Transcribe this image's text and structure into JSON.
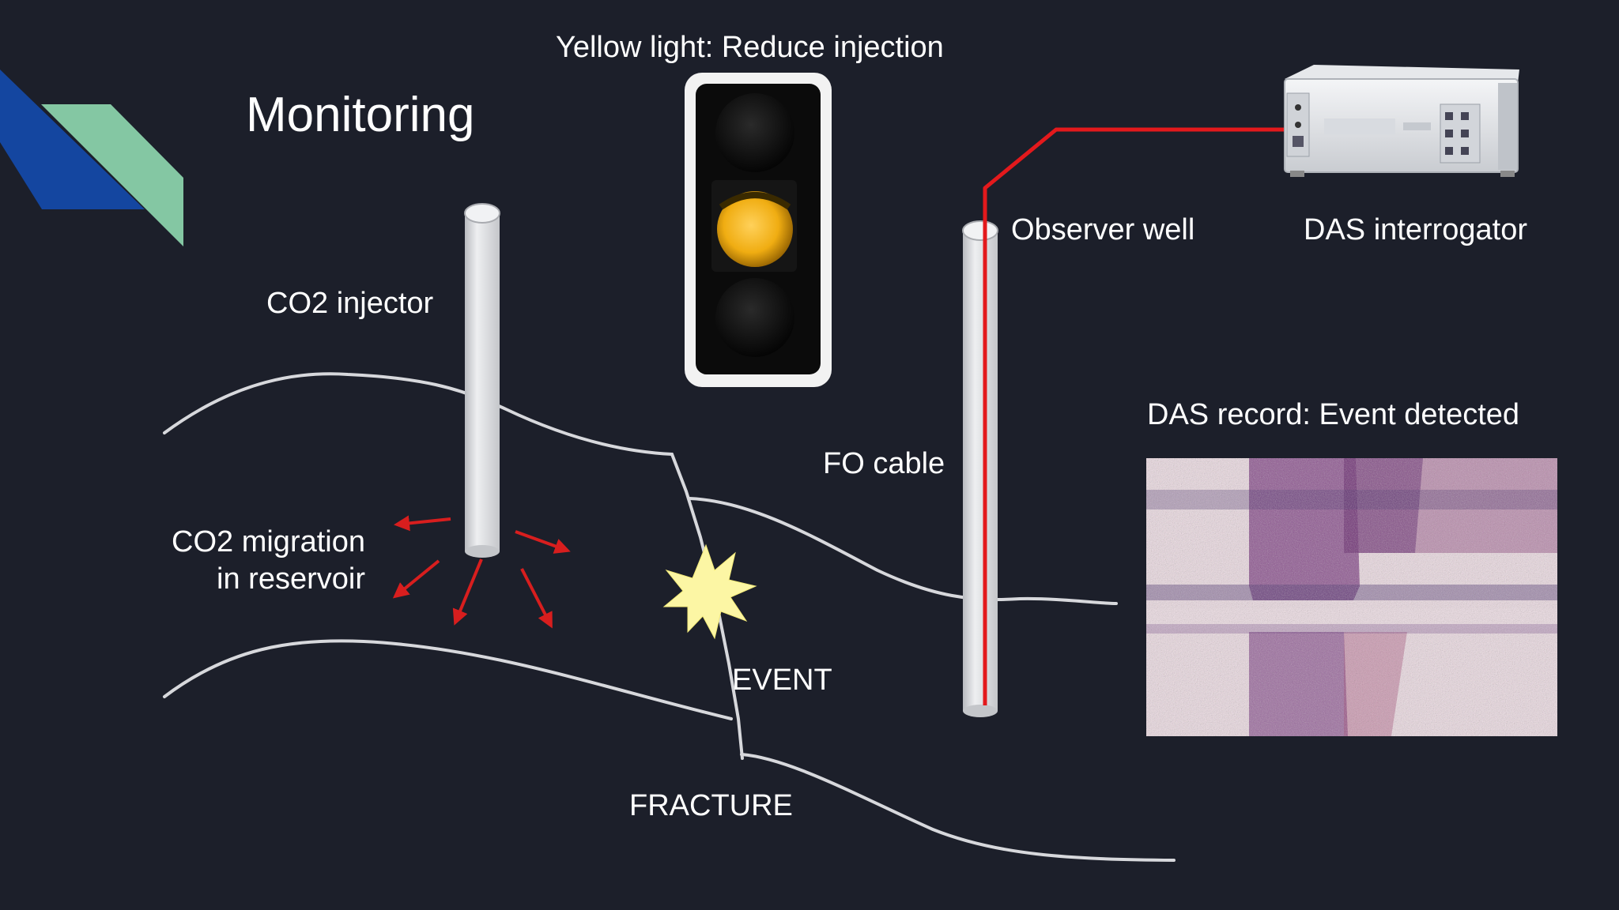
{
  "slide": {
    "title": "Monitoring",
    "traffic_light_caption": "Yellow light: Reduce injection",
    "traffic_light_state": "yellow",
    "labels": {
      "injector": "CO2 injector",
      "migration_line1": "CO2 migration",
      "migration_line2": "in reservoir",
      "event": "EVENT",
      "fracture": "FRACTURE",
      "fo_cable": "FO cable",
      "observer_well": "Observer well",
      "das_interrogator": "DAS interrogator",
      "das_record": "DAS record: Event detected"
    },
    "colors": {
      "background": "#1c1f2a",
      "accent_blue": "#1446a0",
      "accent_green": "#84c7a3",
      "fo_cable": "#e3191c",
      "migration_arrows": "#d81e1e",
      "layer_lines": "#d7d8dc",
      "well": "#dcdde0",
      "event_burst": "#fcf6a4",
      "amber_lamp": "#f3b316"
    },
    "icons": [
      "traffic-light-icon",
      "das-interrogator-device-icon",
      "event-burst-icon"
    ]
  }
}
